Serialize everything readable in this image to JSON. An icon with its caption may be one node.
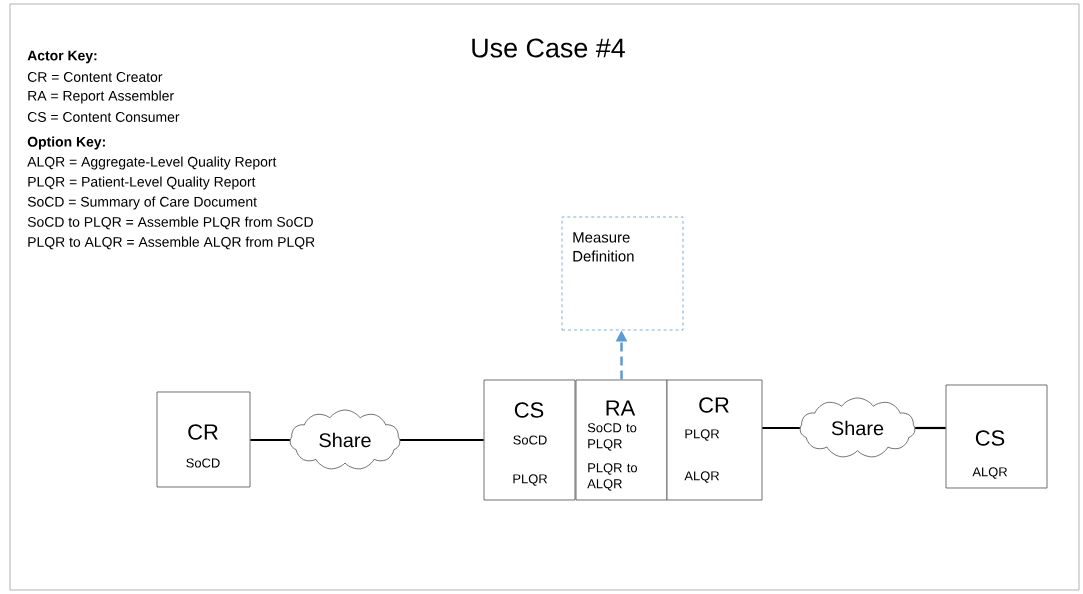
{
  "diagram": {
    "title": "Use Case #4",
    "nodes": [
      {
        "text": [
          "Measure Definition"
        ]
      },
      {
        "text": [
          "CR",
          "SoCD"
        ]
      },
      {
        "text": [
          "Share"
        ]
      },
      {
        "text": [
          "CS",
          "SoCD",
          "PLQR"
        ]
      },
      {
        "text": [
          "RA",
          "SoCD to PLQR",
          "PLQR to ALQR"
        ]
      },
      {
        "text": [
          "CR",
          "PLQR",
          "ALQR"
        ]
      },
      {
        "text": [
          "Share"
        ]
      },
      {
        "text": [
          "CS",
          "ALQR"
        ]
      }
    ],
    "edges": [
      {
        "from": 1,
        "to": 2,
        "arrow": "none"
      },
      {
        "from": 2,
        "to": 3,
        "arrow": "none"
      },
      {
        "from": 4,
        "to": 0,
        "arrow": "to",
        "style": "dashed",
        "color": "#5b9bd5"
      },
      {
        "from": 5,
        "to": 6,
        "arrow": "none"
      },
      {
        "from": 6,
        "to": 7,
        "arrow": "none"
      }
    ],
    "labels": [
      "Actor Key:",
      "CR = Content Creator",
      "RA = Report Assembler",
      "CS = Content Consumer",
      "Option Key:",
      "ALQR = Aggregate-Level Quality Report",
      "PLQR = Patient-Level Quality Report",
      "SoCD = Summary of Care Document",
      "SoCD to PLQR = Assemble PLQR from SoCD",
      "PLQR to ALQR = Assemble ALQR from PLQR"
    ]
  }
}
